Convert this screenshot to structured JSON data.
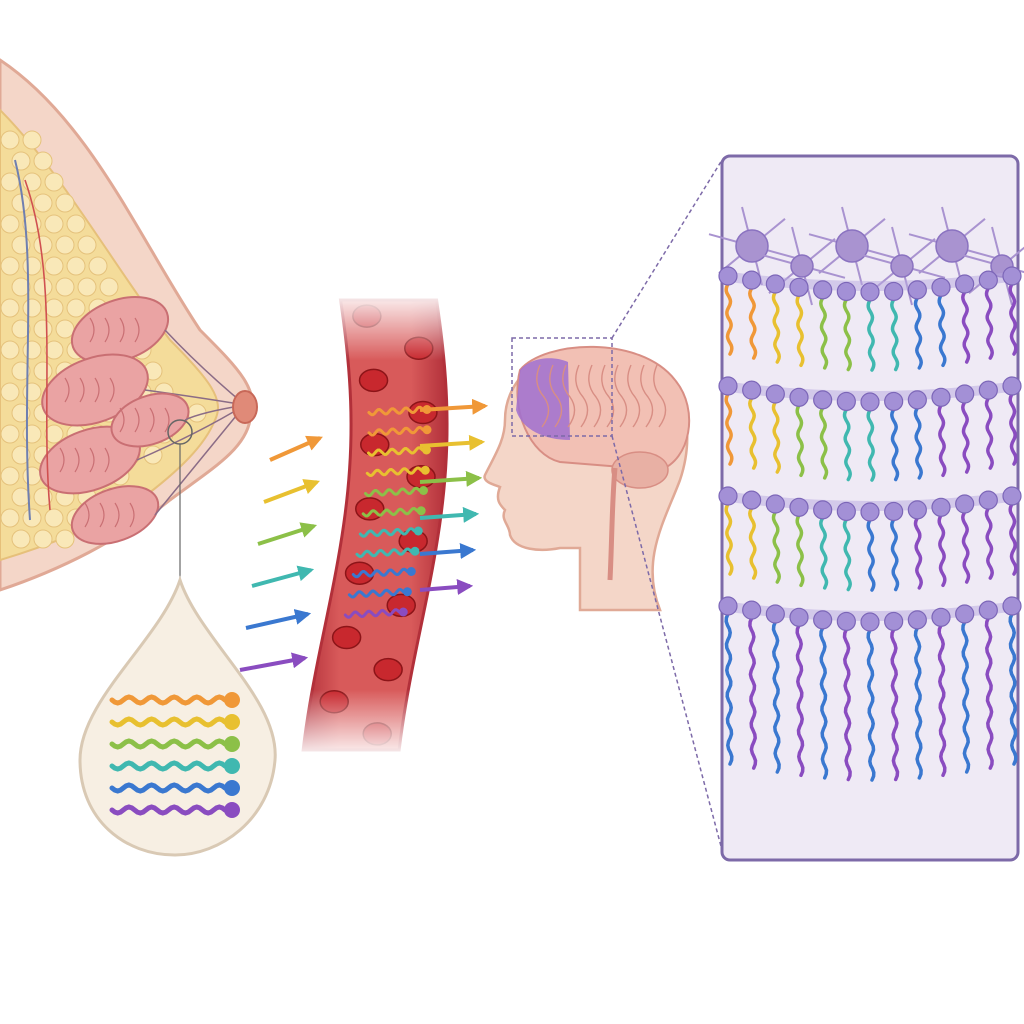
{
  "colors": {
    "background": "#ffffff",
    "skin": "#f4d6c8",
    "skin_outline": "#e0a996",
    "fat": "#f4dc9a",
    "fat_cell": "#f9e8b8",
    "gland": "#eaa3a3",
    "gland_dark": "#c96f73",
    "vessel_outer": "#b2303a",
    "vessel_inner": "#d85a5a",
    "blood_cell": "#c8282e",
    "drop_fill": "#f7efe3",
    "drop_outline": "#d9c9b4",
    "brain": "#f2c0b4",
    "brain_fold": "#d88e84",
    "prefrontal": "#a070d0",
    "panel_bg": "#efeaf5",
    "panel_border": "#7d6aa8",
    "neuron": "#a993d0",
    "membrane_head": "#a390d6",
    "fatty_acid_palette": [
      "#f09838",
      "#e8c030",
      "#8cc048",
      "#40b8b0",
      "#3a78d0",
      "#8a4cc0"
    ]
  },
  "structures": {
    "breast": {
      "label": "breast-tissue",
      "lobules": 5
    },
    "milk_drop": {
      "label": "milk-droplet",
      "lipid_chains": 6
    },
    "blood_vessel": {
      "label": "blood-vessel",
      "red_cells": 14,
      "carried_lipids": 11
    },
    "head": {
      "label": "infant-head-with-brain"
    },
    "panel": {
      "label": "neuronal-membrane-detail",
      "membrane_rows": 4,
      "neurons": 6
    }
  },
  "arrows": {
    "milk_to_blood": 6,
    "blood_to_brain": 6
  }
}
